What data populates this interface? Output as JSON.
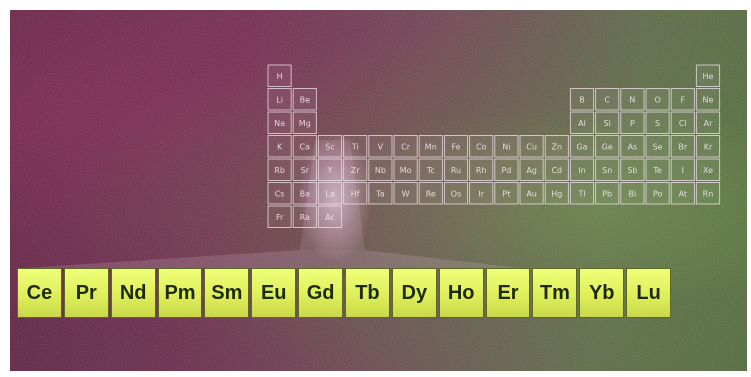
{
  "lanthanides": [
    "Ce",
    "Pr",
    "Nd",
    "Pm",
    "Sm",
    "Eu",
    "Gd",
    "Tb",
    "Dy",
    "Ho",
    "Er",
    "Tm",
    "Yb",
    "Lu"
  ],
  "table_cells": [
    {
      "r": 0,
      "c": 0,
      "s": "H"
    },
    {
      "r": 0,
      "c": 17,
      "s": "He"
    },
    {
      "r": 1,
      "c": 0,
      "s": "Li"
    },
    {
      "r": 1,
      "c": 1,
      "s": "Be"
    },
    {
      "r": 1,
      "c": 12,
      "s": "B"
    },
    {
      "r": 1,
      "c": 13,
      "s": "C"
    },
    {
      "r": 1,
      "c": 14,
      "s": "N"
    },
    {
      "r": 1,
      "c": 15,
      "s": "O"
    },
    {
      "r": 1,
      "c": 16,
      "s": "F"
    },
    {
      "r": 1,
      "c": 17,
      "s": "Ne"
    },
    {
      "r": 2,
      "c": 0,
      "s": "Na"
    },
    {
      "r": 2,
      "c": 1,
      "s": "Mg"
    },
    {
      "r": 2,
      "c": 12,
      "s": "Al"
    },
    {
      "r": 2,
      "c": 13,
      "s": "Si"
    },
    {
      "r": 2,
      "c": 14,
      "s": "P"
    },
    {
      "r": 2,
      "c": 15,
      "s": "S"
    },
    {
      "r": 2,
      "c": 16,
      "s": "Cl"
    },
    {
      "r": 2,
      "c": 17,
      "s": "Ar"
    },
    {
      "r": 3,
      "c": 0,
      "s": "K"
    },
    {
      "r": 3,
      "c": 1,
      "s": "Ca"
    },
    {
      "r": 3,
      "c": 2,
      "s": "Sc"
    },
    {
      "r": 3,
      "c": 3,
      "s": "Ti"
    },
    {
      "r": 3,
      "c": 4,
      "s": "V"
    },
    {
      "r": 3,
      "c": 5,
      "s": "Cr"
    },
    {
      "r": 3,
      "c": 6,
      "s": "Mn"
    },
    {
      "r": 3,
      "c": 7,
      "s": "Fe"
    },
    {
      "r": 3,
      "c": 8,
      "s": "Co"
    },
    {
      "r": 3,
      "c": 9,
      "s": "Ni"
    },
    {
      "r": 3,
      "c": 10,
      "s": "Cu"
    },
    {
      "r": 3,
      "c": 11,
      "s": "Zn"
    },
    {
      "r": 3,
      "c": 12,
      "s": "Ga"
    },
    {
      "r": 3,
      "c": 13,
      "s": "Ge"
    },
    {
      "r": 3,
      "c": 14,
      "s": "As"
    },
    {
      "r": 3,
      "c": 15,
      "s": "Se"
    },
    {
      "r": 3,
      "c": 16,
      "s": "Br"
    },
    {
      "r": 3,
      "c": 17,
      "s": "Kr"
    },
    {
      "r": 4,
      "c": 0,
      "s": "Rb"
    },
    {
      "r": 4,
      "c": 1,
      "s": "Sr"
    },
    {
      "r": 4,
      "c": 2,
      "s": "Y"
    },
    {
      "r": 4,
      "c": 3,
      "s": "Zr"
    },
    {
      "r": 4,
      "c": 4,
      "s": "Nb"
    },
    {
      "r": 4,
      "c": 5,
      "s": "Mo"
    },
    {
      "r": 4,
      "c": 6,
      "s": "Tc"
    },
    {
      "r": 4,
      "c": 7,
      "s": "Ru"
    },
    {
      "r": 4,
      "c": 8,
      "s": "Rh"
    },
    {
      "r": 4,
      "c": 9,
      "s": "Pd"
    },
    {
      "r": 4,
      "c": 10,
      "s": "Ag"
    },
    {
      "r": 4,
      "c": 11,
      "s": "Cd"
    },
    {
      "r": 4,
      "c": 12,
      "s": "In"
    },
    {
      "r": 4,
      "c": 13,
      "s": "Sn"
    },
    {
      "r": 4,
      "c": 14,
      "s": "Sb"
    },
    {
      "r": 4,
      "c": 15,
      "s": "Te"
    },
    {
      "r": 4,
      "c": 16,
      "s": "I"
    },
    {
      "r": 4,
      "c": 17,
      "s": "Xe"
    },
    {
      "r": 5,
      "c": 0,
      "s": "Cs"
    },
    {
      "r": 5,
      "c": 1,
      "s": "Ba"
    },
    {
      "r": 5,
      "c": 2,
      "s": "La"
    },
    {
      "r": 5,
      "c": 3,
      "s": "Hf"
    },
    {
      "r": 5,
      "c": 4,
      "s": "Ta"
    },
    {
      "r": 5,
      "c": 5,
      "s": "W"
    },
    {
      "r": 5,
      "c": 6,
      "s": "Re"
    },
    {
      "r": 5,
      "c": 7,
      "s": "Os"
    },
    {
      "r": 5,
      "c": 8,
      "s": "Ir"
    },
    {
      "r": 5,
      "c": 9,
      "s": "Pt"
    },
    {
      "r": 5,
      "c": 10,
      "s": "Au"
    },
    {
      "r": 5,
      "c": 11,
      "s": "Hg"
    },
    {
      "r": 5,
      "c": 12,
      "s": "Tl"
    },
    {
      "r": 5,
      "c": 13,
      "s": "Pb"
    },
    {
      "r": 5,
      "c": 14,
      "s": "Bi"
    },
    {
      "r": 5,
      "c": 15,
      "s": "Po"
    },
    {
      "r": 5,
      "c": 16,
      "s": "At"
    },
    {
      "r": 5,
      "c": 17,
      "s": "Rn"
    },
    {
      "r": 6,
      "c": 0,
      "s": "Fr"
    },
    {
      "r": 6,
      "c": 1,
      "s": "Ra"
    },
    {
      "r": 6,
      "c": 2,
      "s": "Ac"
    }
  ]
}
